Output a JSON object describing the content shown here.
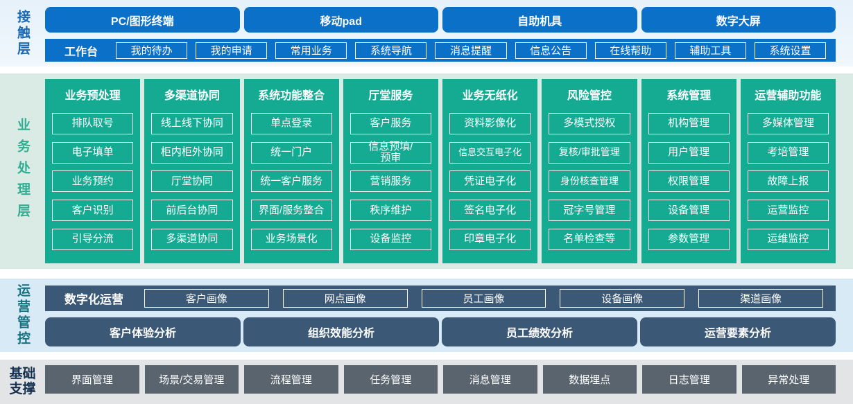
{
  "contact_layer": {
    "label": "接触层",
    "terminals": [
      "PC/图形终端",
      "移动pad",
      "自助机具",
      "数字大屏"
    ],
    "workbench": {
      "label": "工作台",
      "items": [
        "我的待办",
        "我的申请",
        "常用业务",
        "系统导航",
        "消息提醒",
        "信息公告",
        "在线帮助",
        "辅助工具",
        "系统设置"
      ]
    }
  },
  "business_layer": {
    "label": "业务处理层",
    "columns": [
      {
        "title": "业务预处理",
        "items": [
          "排队取号",
          "电子填单",
          "业务预约",
          "客户识别",
          "引导分流"
        ]
      },
      {
        "title": "多渠道协同",
        "items": [
          "线上线下协同",
          "柜内柜外协同",
          "厅堂协同",
          "前后台协同",
          "多渠道协同"
        ]
      },
      {
        "title": "系统功能整合",
        "items": [
          "单点登录",
          "统一门户",
          "统一客户服务",
          "界面/服务整合",
          "业务场景化"
        ]
      },
      {
        "title": "厅堂服务",
        "items": [
          "客户服务",
          "信息预填/\n预审",
          "营销服务",
          "秩序维护",
          "设备监控"
        ]
      },
      {
        "title": "业务无纸化",
        "items": [
          "资料影像化",
          "信息交互电子化",
          "凭证电子化",
          "签名电子化",
          "印章电子化"
        ]
      },
      {
        "title": "风险管控",
        "items": [
          "多模式授权",
          "复核/审批管理",
          "身份核查管理",
          "冠字号管理",
          "名单检查等"
        ]
      },
      {
        "title": "系统管理",
        "items": [
          "机构管理",
          "用户管理",
          "权限管理",
          "设备管理",
          "参数管理"
        ]
      },
      {
        "title": "运营辅助功能",
        "items": [
          "多媒体管理",
          "考培管理",
          "故障上报",
          "运营监控",
          "运维监控"
        ]
      }
    ]
  },
  "operations_layer": {
    "label": "运营管控",
    "digital_operation": {
      "label": "数字化运营",
      "items": [
        "客户画像",
        "网点画像",
        "员工画像",
        "设备画像",
        "渠道画像"
      ]
    },
    "analysis_items": [
      "客户体验分析",
      "组织效能分析",
      "员工绩效分析",
      "运营要素分析"
    ]
  },
  "foundation_layer": {
    "label": "基础支撑",
    "items": [
      "界面管理",
      "场景/交易管理",
      "流程管理",
      "任务管理",
      "消息管理",
      "数据埋点",
      "日志管理",
      "异常处理"
    ]
  },
  "colors": {
    "primary_blue": "#0b70c8",
    "teal": "#15ab93",
    "slate_blue": "#3b5876",
    "gray": "#5a646e",
    "contact_band_bg": "#e8f2fb",
    "business_band_bg": "#d9ebe4",
    "operations_band_bg": "#d7eaf6",
    "foundation_band_bg": "#e2e4e6",
    "contact_label_color": "#1a67b2",
    "business_label_color": "#2fae92",
    "operations_label_color": "#17727f",
    "foundation_label_color": "#16304f"
  }
}
